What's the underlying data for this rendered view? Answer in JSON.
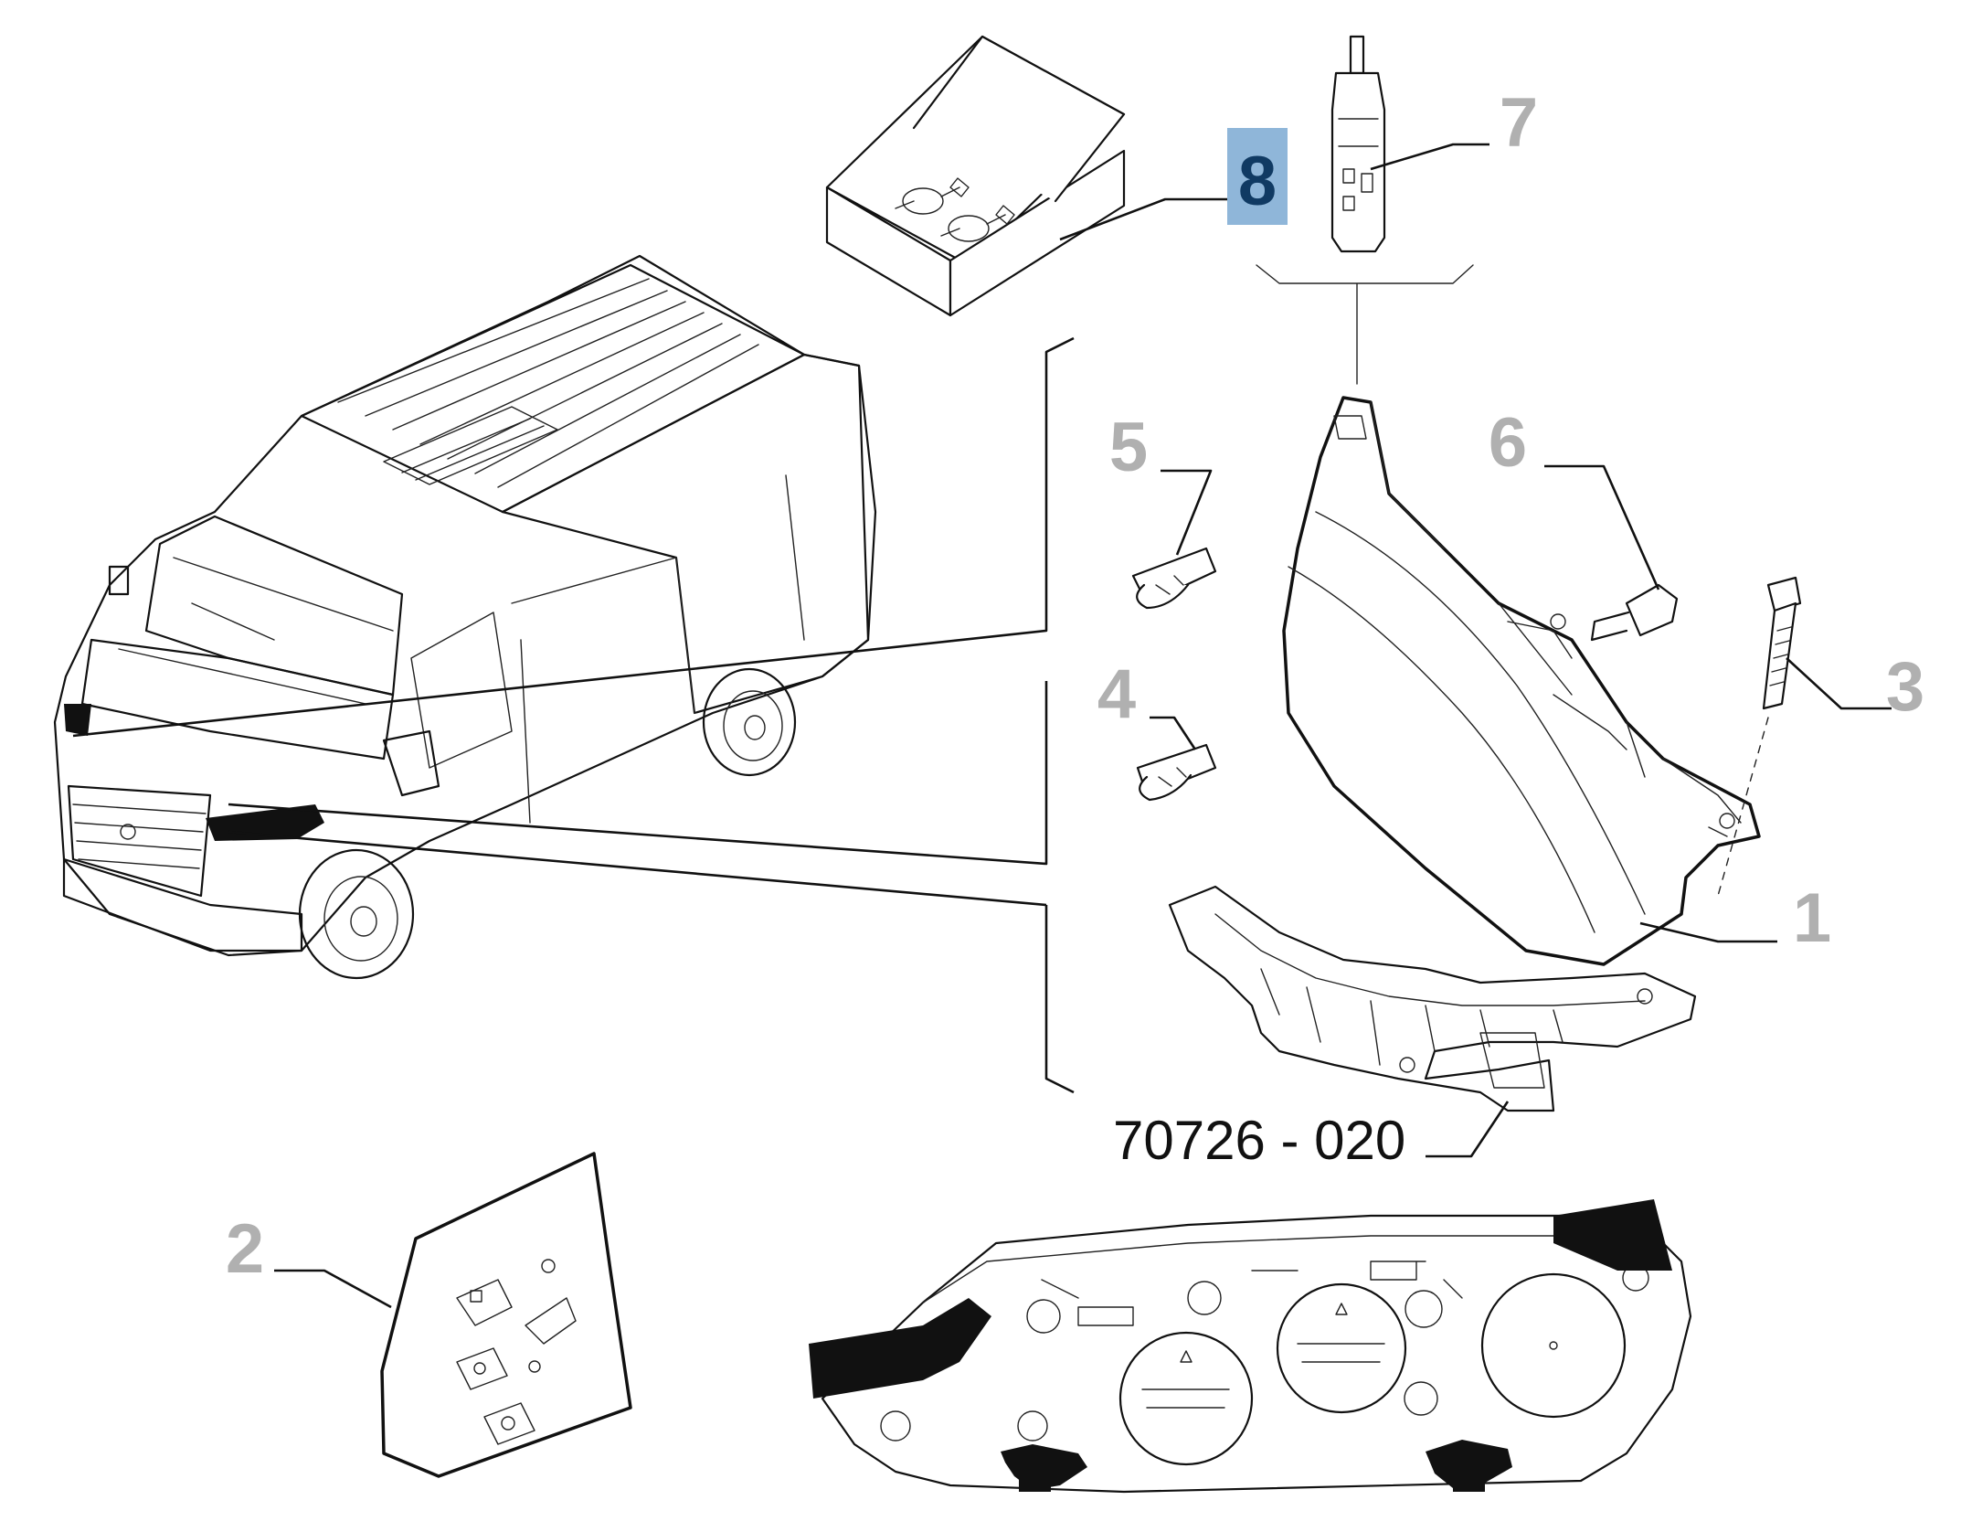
{
  "diagram": {
    "highlight_color": "#8fb6d9",
    "callout_color": "#b0b0b0",
    "callouts": [
      {
        "id": "1",
        "label": "1"
      },
      {
        "id": "2",
        "label": "2"
      },
      {
        "id": "3",
        "label": "3"
      },
      {
        "id": "4",
        "label": "4"
      },
      {
        "id": "5",
        "label": "5"
      },
      {
        "id": "6",
        "label": "6"
      },
      {
        "id": "7",
        "label": "7"
      },
      {
        "id": "8",
        "label": "8",
        "highlighted": true
      }
    ],
    "reference_code": "70726 -  020"
  }
}
